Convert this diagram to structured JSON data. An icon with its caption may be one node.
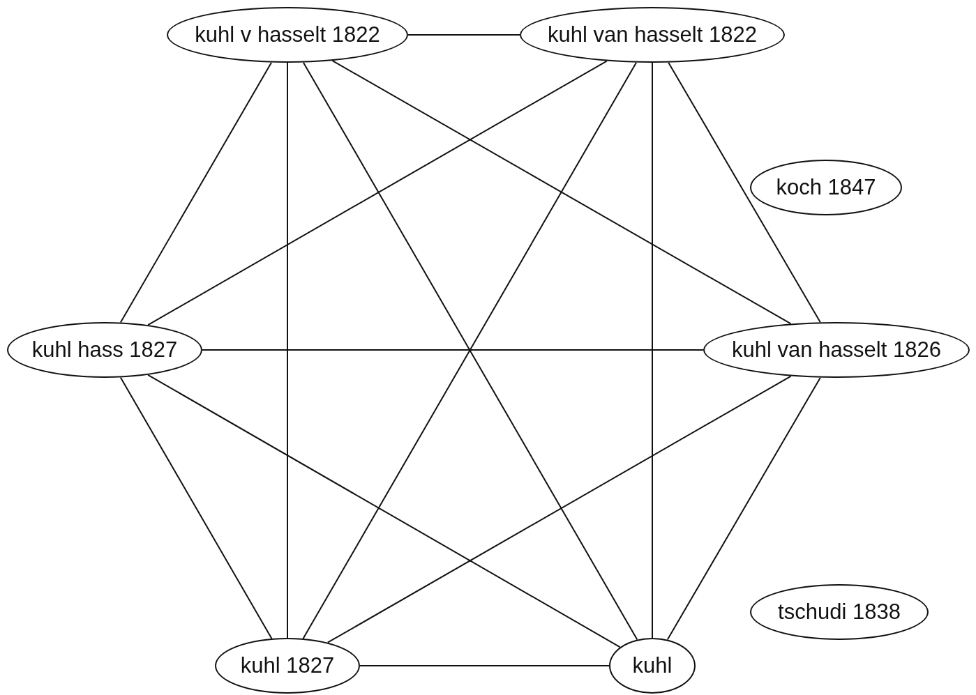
{
  "diagram": {
    "nodes": [
      {
        "text": [
          "kuhl v hasselt 1822"
        ]
      },
      {
        "text": [
          "kuhl van hasselt 1822"
        ]
      },
      {
        "text": [
          "koch 1847"
        ]
      },
      {
        "text": [
          "kuhl hass 1827"
        ]
      },
      {
        "text": [
          "kuhl van hasselt 1826"
        ]
      },
      {
        "text": [
          "tschudi 1838"
        ]
      },
      {
        "text": [
          "kuhl 1827"
        ]
      },
      {
        "text": [
          "kuhl"
        ]
      }
    ],
    "edges": [
      {
        "from": 0,
        "to": 1,
        "arrow": "none"
      },
      {
        "from": 0,
        "to": 3,
        "arrow": "none"
      },
      {
        "from": 0,
        "to": 6,
        "arrow": "none"
      },
      {
        "from": 0,
        "to": 7,
        "arrow": "none"
      },
      {
        "from": 0,
        "to": 4,
        "arrow": "none"
      },
      {
        "from": 1,
        "to": 3,
        "arrow": "none"
      },
      {
        "from": 1,
        "to": 6,
        "arrow": "none"
      },
      {
        "from": 1,
        "to": 7,
        "arrow": "none"
      },
      {
        "from": 1,
        "to": 4,
        "arrow": "none"
      },
      {
        "from": 3,
        "to": 4,
        "arrow": "none"
      },
      {
        "from": 3,
        "to": 6,
        "arrow": "none"
      },
      {
        "from": 3,
        "to": 7,
        "arrow": "none"
      },
      {
        "from": 4,
        "to": 6,
        "arrow": "none"
      },
      {
        "from": 4,
        "to": 7,
        "arrow": "none"
      },
      {
        "from": 6,
        "to": 7,
        "arrow": "none"
      }
    ]
  }
}
